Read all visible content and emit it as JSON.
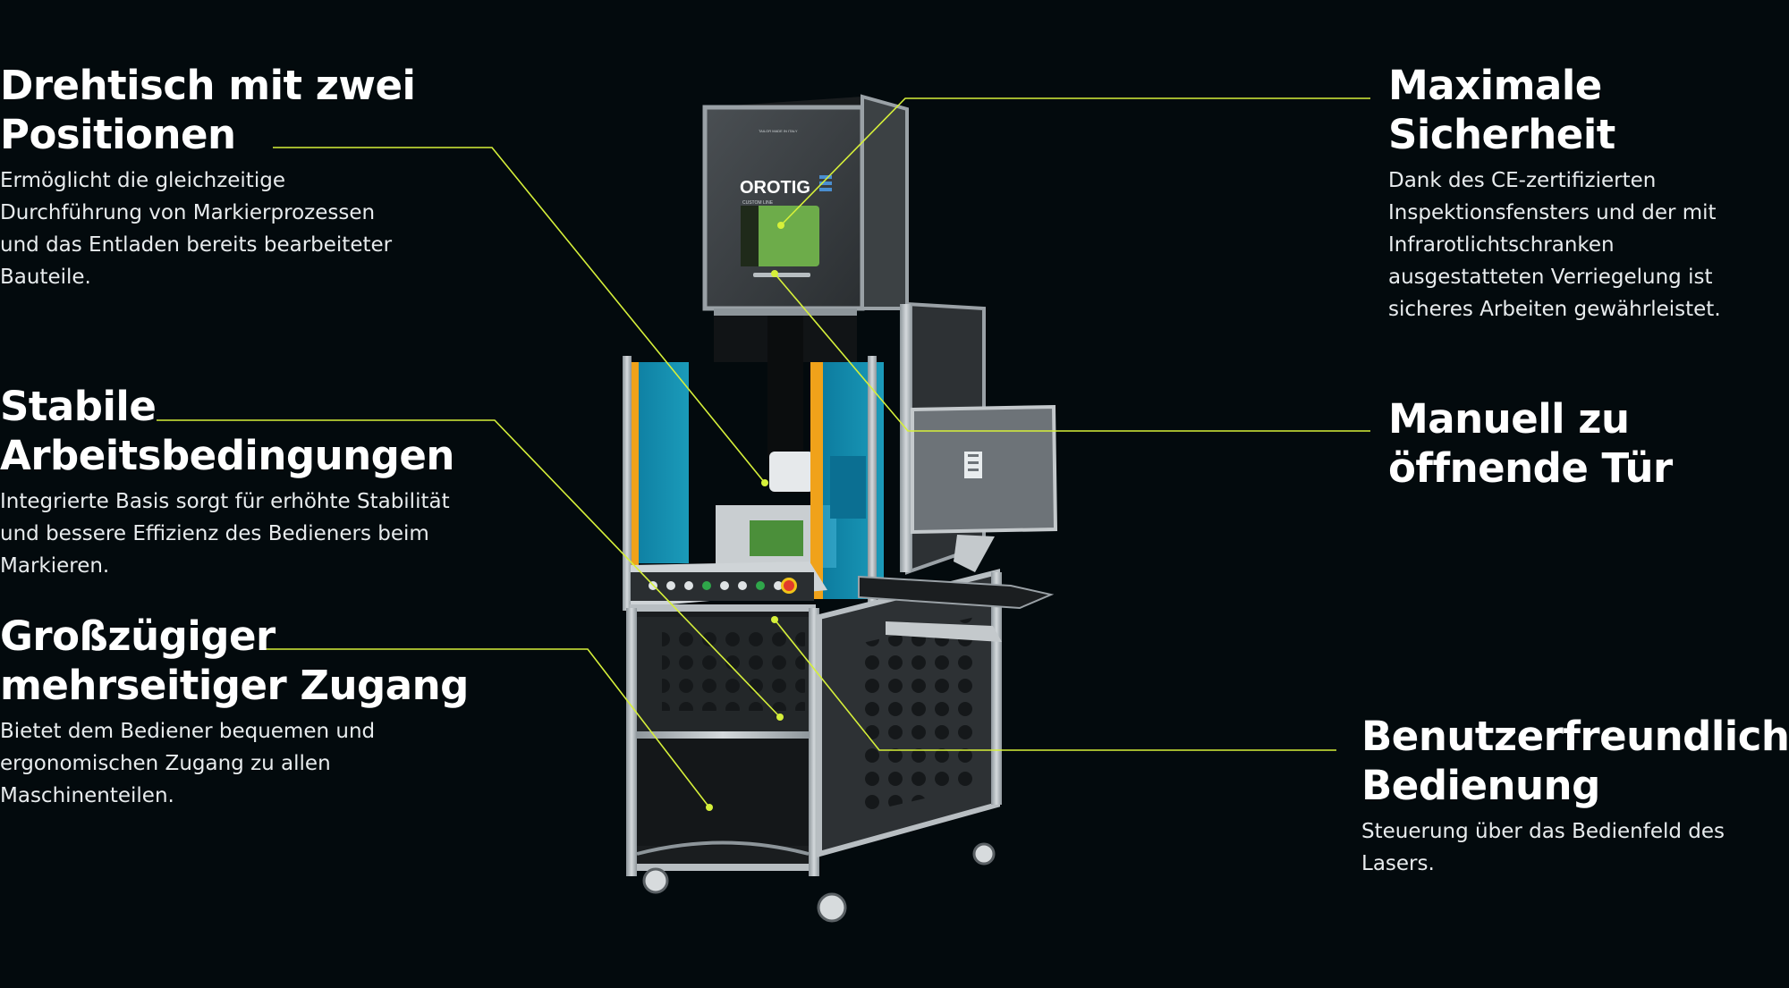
{
  "accent_color": "#d6f03a",
  "background_color": "#030a0d",
  "features": {
    "drehtisch": {
      "title": "Drehtisch mit zwei\nPositionen",
      "text": "Ermöglicht die gleichzeitige\nDurchführung von Markierprozessen\nund das Entladen bereits bearbeiteter\nBauteile."
    },
    "stabile": {
      "title": "Stabile\nArbeitsbedingungen",
      "text": "Integrierte Basis sorgt für erhöhte Stabilität\nund bessere Effizienz des Bedieners beim\nMarkieren."
    },
    "zugang": {
      "title": "Großzügiger\nmehrseitiger Zugang",
      "text": "Bietet dem Bediener bequemen und\nergonomischen Zugang zu allen\nMaschinenteilen."
    },
    "sicherheit": {
      "title": "Maximale\nSicherheit",
      "text": "Dank des CE-zertifizierten\nInspektionsfensters und der mit\nInfrarotlichtschranken\nausgestatteten Verriegelung ist\nsicheres Arbeiten gewährleistet."
    },
    "tuer": {
      "title": "Manuell zu\nöffnende Tür"
    },
    "bedienung": {
      "title": "Benutzerfreundliche\nBedienung",
      "text": "Steuerung über das Bedienfeld des\nLasers."
    }
  },
  "machine": {
    "brand": "OROTIG",
    "subtitle": "CUSTOM LINE",
    "tagline": "TAILOR MADE IN ITALY"
  }
}
